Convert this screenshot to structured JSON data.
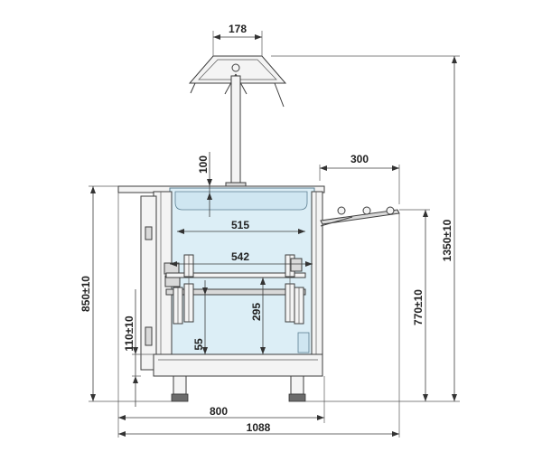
{
  "dimensions": {
    "lamp_width": "178",
    "lamp_height": "100",
    "shelf_depth": "300",
    "inner_width_top": "515",
    "inner_width_mid": "542",
    "inner_height": "295",
    "bottom_gap": "55",
    "total_height": "1350±10",
    "body_height": "850±10",
    "shelf_height": "770±10",
    "door_offset": "110±10",
    "base_width": "800",
    "total_width": "1088"
  }
}
